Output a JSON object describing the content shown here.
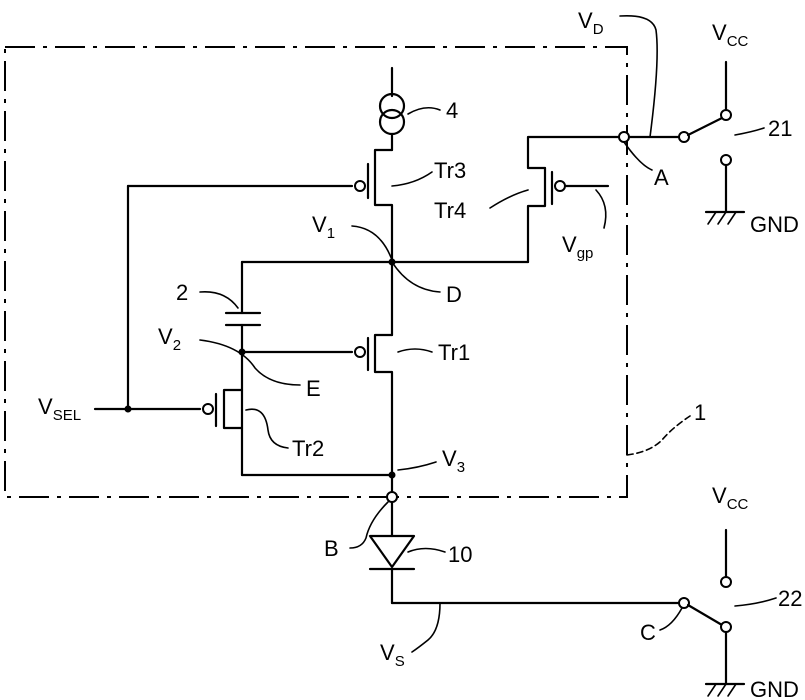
{
  "labels": {
    "vd": "V",
    "vd_sub": "D",
    "vcc_top": "V",
    "vcc_top_sub": "CC",
    "vcc_bot": "V",
    "vcc_bot_sub": "CC",
    "gnd_top": "GND",
    "gnd_bot": "GND",
    "ref_21": "21",
    "ref_22": "22",
    "ref_4": "4",
    "ref_2": "2",
    "ref_1": "1",
    "ref_10": "10",
    "tr1": "Tr1",
    "tr2": "Tr2",
    "tr3": "Tr3",
    "tr4": "Tr4",
    "v1": "V",
    "v1_sub": "1",
    "v2": "V",
    "v2_sub": "2",
    "v3": "V",
    "v3_sub": "3",
    "vgp": "V",
    "vgp_sub": "gp",
    "vsel": "V",
    "vsel_sub": "SEL",
    "vs": "V",
    "vs_sub": "S",
    "node_a": "A",
    "node_b": "B",
    "node_c": "C",
    "node_d": "D",
    "node_e": "E"
  }
}
